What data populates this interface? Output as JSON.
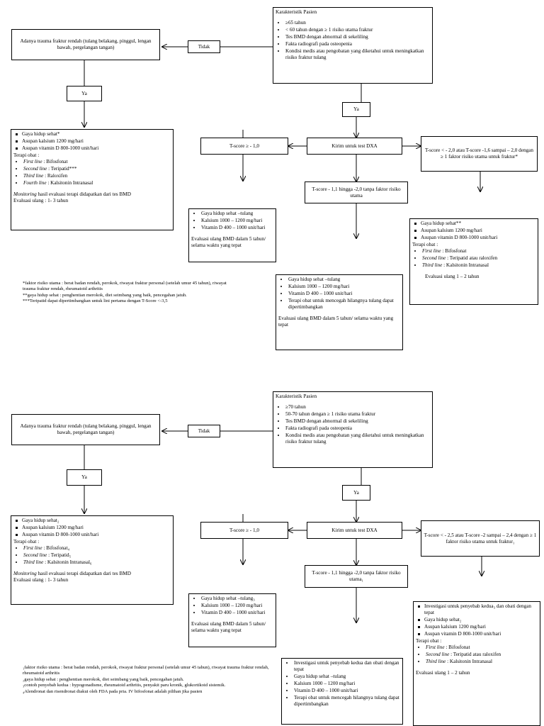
{
  "sections": [
    {
      "karakteristik": {
        "title": "Karakteristik Pasien",
        "items": [
          "≥65 tahun",
          "< 60 tahun dengan ≥ 1 risiko utama fraktur",
          "Tes BMD dengan abnormal di sekeliling",
          "Fakta radiografi pada osteopenia",
          "Kondisi medis atau pengobatan yang diketahui untuk meningkatkan risiko fraktur tulang"
        ]
      },
      "trauma": "Adanya trauma fraktur rendah (tulang belakang, pinggul, lengan bawah, pergelangan tangan)",
      "tidak": "Tidak",
      "ya_left": "Ya",
      "ya_mid": "Ya",
      "dxa": "Kirim untuk test DXA",
      "tscore_high": "T-score  ≥ - 1,0",
      "tscore_mid": "T-score - 1,1 hingga -2,0 tanpa faktor risiko utama",
      "tscore_low": "T-score < - 2,0 atau T-score  -1,6 sampai – 2,0 dengan ≥ 1 faktor risiko utama untuk fraktur*",
      "left_box": {
        "bullets": [
          "Gaya hidup sehat*",
          "Asupan kalsium  1200 mg/hari",
          "Asupan vitamin D 800-1000 unit/hari"
        ],
        "terapi_label": "Terapi obat :",
        "terapi": [
          {
            "k": "First line",
            "v": " : Bifosfonat"
          },
          {
            "k": "Second line",
            "v": " : Teripatid***"
          },
          {
            "k": "Third line",
            "v": " : Raloxifen"
          },
          {
            "k": "Fourth line",
            "v": " : Kalsitonin Intranasal"
          }
        ],
        "monitoring_k": "Monitoring",
        "monitoring_v": " hasil evaluasi terapi didapatkan dari tes BMD",
        "evaluasi": "Evaluasi ulang : 1- 3 tahun"
      },
      "normal_box": {
        "items": [
          "Gaya hidup sehat –tulang",
          "Kalsium  1000 – 1200 mg/hari",
          "Vitamin D 400 – 1000 unit/hari"
        ],
        "evaluasi": "Evaluasi ulang BMD dalam  5 tahun/ selama waktu yang tepat"
      },
      "mid_box": {
        "items": [
          "Gaya hidup sehat –tulang",
          "Kalsium  1000 – 1200 mg/hari",
          "Vitamin D 400 – 1000 unit/hari",
          "Terapi obat untuk mencegah hilangnya tulang dapat dipertimbangkan"
        ],
        "evaluasi": "Evaluasi ulang BMD dalam  5 tahun/ selama waktu yang tepat"
      },
      "right_box": {
        "bullets": [
          "Gaya hidup sehat**",
          "Asupan kalsium  1200 mg/hari",
          "Asupan vitamin D 800-1000 unit/hari"
        ],
        "terapi_label": "Terapi obat :",
        "terapi": [
          {
            "k": "First line",
            "v": " : Bifosfonat"
          },
          {
            "k": "Second line",
            "v": " : Teripatid atau raloxifen"
          },
          {
            "k": "Third line",
            "v": " : Kalsitonin Intranasal"
          }
        ],
        "evaluasi": "Evaluasi ulang  1 – 2 tahun"
      },
      "notes": [
        "*faktor risiko utama : berat badan rendah, perokok, riwayat fraktur personal (setelah umur 45 tahun), riwayat trauma fraktur rendah, rheumatoid arthritis",
        "**gaya hidup sehat : penghentian merokok, diet seimbang yang baik, pencegahan jatuh.",
        "***Teripatid dapat dipertimbangkan untuk lini pertama dengan T-Score <-3,5"
      ]
    },
    {
      "karakteristik": {
        "title": "Karakteristik Pasien",
        "items": [
          "≥70 tahun",
          "50-70 tahun dengan ≥ 1 risiko utama fraktur",
          "Tes BMD dengan abnormal di sekeliling",
          "Fakta radiografi pada osteopenia",
          "Kondisi medis atau pengobatan yang diketahui untuk meningkatkan risiko fraktur tulang"
        ]
      },
      "trauma": "Adanya trauma fraktur rendah (tulang belakang, pinggul, lengan bawah, pergelangan tangan)",
      "tidak": "Tidak",
      "ya_left": "Ya",
      "ya_mid": "Ya",
      "dxa": "Kirim untuk test DXA",
      "tscore_high": "T-score  ≥ - 1,0",
      "tscore_mid": "T-score - 1,1 hingga -2,0 tanpa faktor risiko utama₁",
      "tscore_low": "T-score < - 2,5 atau T-score  -2 sampai – 2,4 dengan ≥ 1 faktor risiko utama untuk fraktur₁",
      "left_box": {
        "bullets": [
          "Gaya hidup sehat₂",
          "Asupan kalsium  1200 mg/hari",
          "Asupan vitamin D 800-1000 unit/hari"
        ],
        "terapi_label": "Terapi obat :",
        "terapi": [
          {
            "k": "First line",
            "v": " : Bifosfonat₄"
          },
          {
            "k": "Second line",
            "v": " : Teripatid₅"
          },
          {
            "k": "Third line",
            "v": " : Kalsitonin Intranasal₆"
          }
        ],
        "monitoring_k": "Monitoring",
        "monitoring_v": " hasil evaluasi terapi didapatkan dari tes BMD",
        "evaluasi": "Evaluasi ulang : 1- 3 tahun"
      },
      "normal_box": {
        "items": [
          "Gaya hidup sehat –tulang₃",
          "Kalsium  1000 – 1200 mg/hari",
          "Vitamin D 400 – 1000 unit/hari"
        ],
        "evaluasi": "Evaluasi ulang BMD dalam  5 tahun/ selama waktu yang tepat"
      },
      "mid_box": {
        "items": [
          "Investigasi untuk penyebab kedua dan obati dengan tepat",
          "Gaya hidup sehat –tulang",
          "Kalsium  1000 – 1200 mg/hari",
          "Vitamin D 400 – 1000 unit/hari",
          "Terapi obat untuk mencegah hilangnya tulang dapat dipertimbangkan"
        ]
      },
      "right_box": {
        "bullets": [
          "Investigasi untuk penyebab kedua₃ dan obati dengan tepat",
          "Gaya hidup sehat₂",
          "Asupan kalsium  1200 mg/hari",
          "Asupan vitamin D 800-1000 unit/hari"
        ],
        "terapi_label": "Terapi obat :",
        "terapi": [
          {
            "k": "First line",
            "v": " : Bifosfonat"
          },
          {
            "k": "Second line",
            "v": " : Teripatid atau raloxifen"
          },
          {
            "k": "Third line",
            "v": " : Kalsitonin Intranasal"
          }
        ],
        "evaluasi": "Evaluasi ulang  1 – 2 tahun"
      },
      "notes": [
        "₁faktor risiko utama : berat badan rendah, perokok, riwayat fraktur personal (setelah umur 45 tahun), riwayat trauma fraktur rendah, rheumatoid arthritis",
        "₂gaya hidup sehat : penghentian merokok, diet seimbang yang baik, pencegahan jatuh.",
        "₃contoh penyebab kedua : hypogonadisme, rheumatoid arthritis, penyakit paru kronik, glukortikoid sistemik.",
        "₄Alendronat dan risendronat diakui oleh FDA pada pria. IV bifosfonat adalah pilihan jika pasien"
      ]
    }
  ]
}
